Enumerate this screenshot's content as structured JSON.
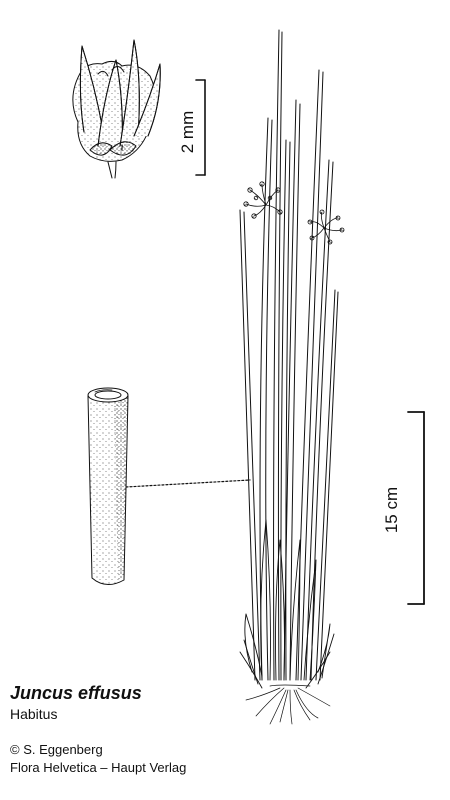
{
  "species_name": "Juncus effusus",
  "subtitle": "Habitus",
  "credit": "© S. Eggenberg",
  "publisher": "Flora Helvetica – Haupt Verlag",
  "scale_small": "2 mm",
  "scale_large": "15 cm"
}
